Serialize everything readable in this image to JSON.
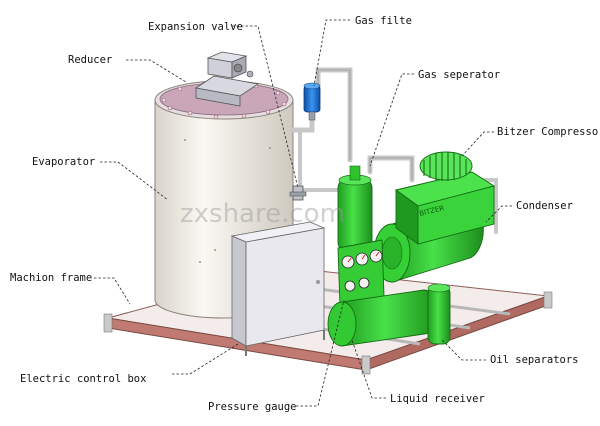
{
  "labels": {
    "expansion_valve": "Expansion valve",
    "gas_filter": "Gas filte",
    "reducer": "Reducer",
    "gas_separator": "Gas seperator",
    "bitzer_compressor": "Bitzer Compressor",
    "evaporator": "Evaporator",
    "condenser": "Condenser",
    "machine_frame": "Machion frame",
    "oil_separators": "Oil separators",
    "electric_control_box": "Electric control box",
    "liquid_receiver": "Liquid receiver",
    "pressure_gauge": "Pressure gauge"
  },
  "watermark": "zxshare.com",
  "colors": {
    "frame_red": "#c07a72",
    "frame_gray": "#b8b8b8",
    "evaporator_fill": "#f3efe6",
    "evaporator_lid": "#c9a7b8",
    "equipment_green": "#3dd63d",
    "equipment_green_dark": "#1e9a1e",
    "gas_filter_blue": "#1c73d8",
    "control_box": "#e8e8ee"
  }
}
